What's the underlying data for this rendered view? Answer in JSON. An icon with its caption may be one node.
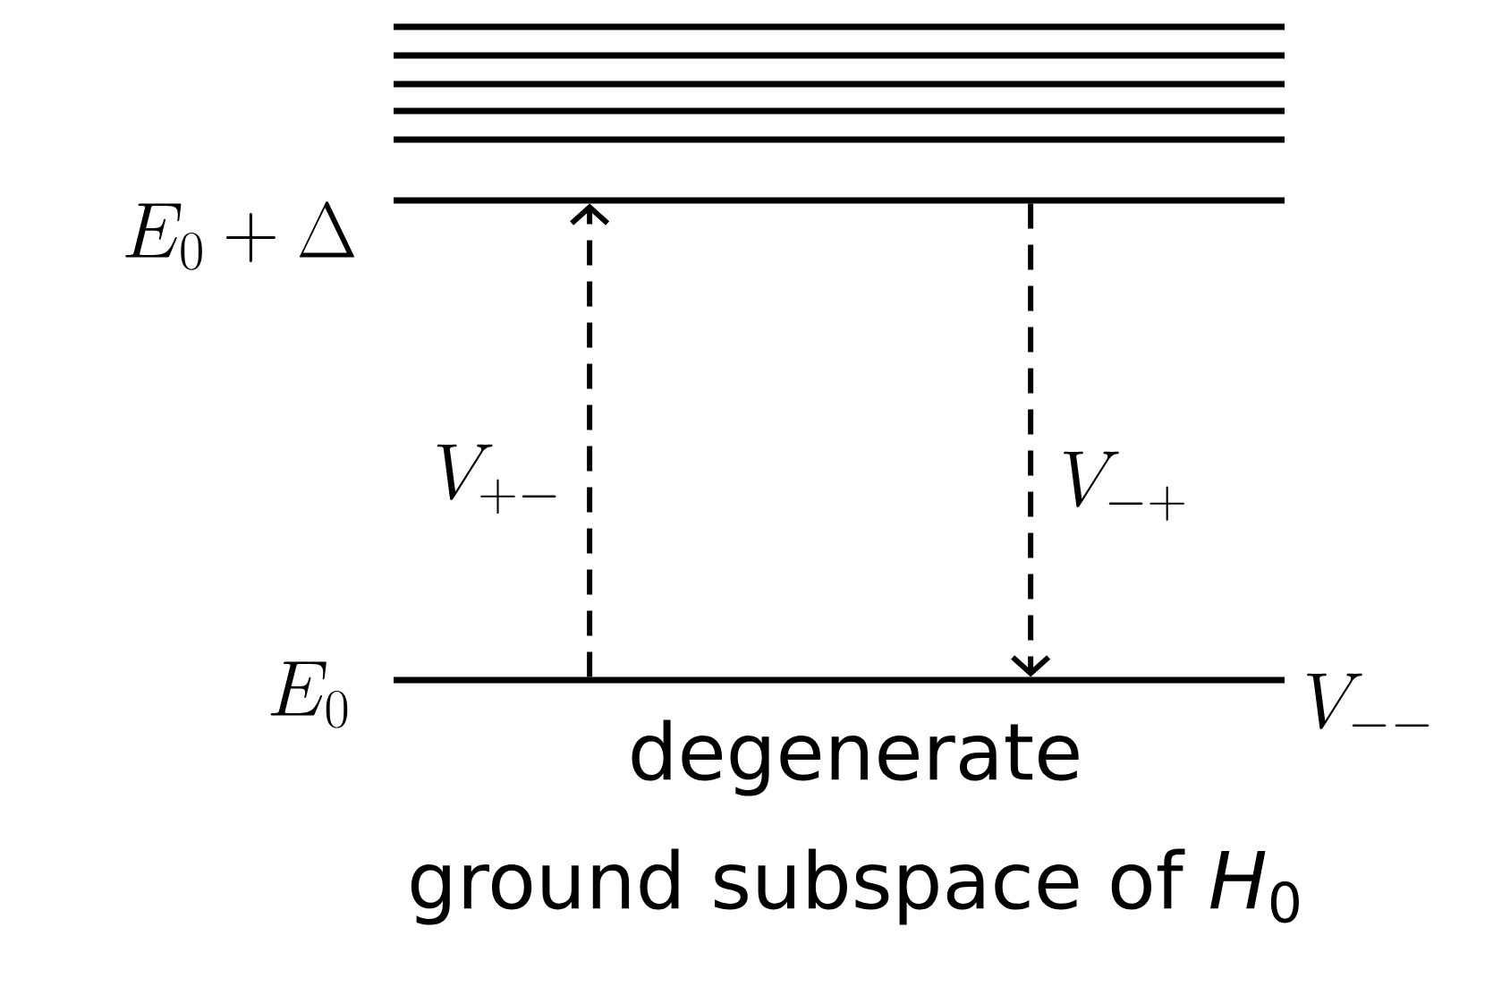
{
  "diagram": {
    "nodes": [
      {
        "text": [],
        "shape": "bar",
        "beside": [
          "E_0 + \\Delta"
        ]
      },
      {
        "text": [],
        "shape": "bar",
        "beside": [
          "E_0",
          "V_{--}"
        ]
      }
    ],
    "edges": [
      {
        "from": 1,
        "to": 0,
        "arrow": "to",
        "style": "dashed",
        "label": "V_{+-}"
      },
      {
        "from": 0,
        "to": 1,
        "arrow": "to",
        "style": "dashed",
        "label": "V_{-+}"
      }
    ],
    "labels": [
      "degenerate ground subspace of *H*$_{0}$"
    ]
  }
}
